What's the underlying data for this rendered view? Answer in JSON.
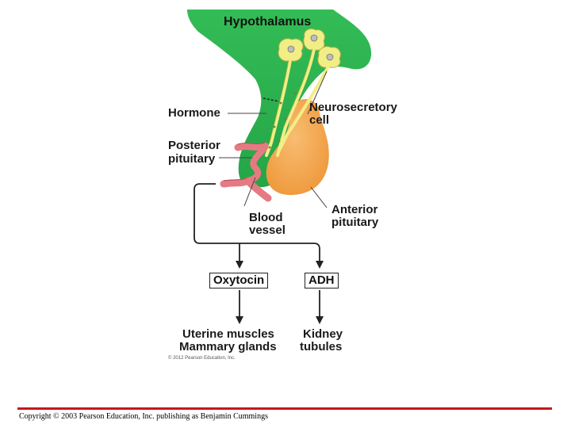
{
  "diagram": {
    "title": "Hypothalamus",
    "labels": {
      "hormone": "Hormone",
      "posterior_line1": "Posterior",
      "posterior_line2": "pituitary",
      "neurosecretory_line1": "Neurosecretory",
      "neurosecretory_line2": "cell",
      "anterior_line1": "Anterior",
      "anterior_line2": "pituitary",
      "blood_line1": "Blood",
      "blood_line2": "vessel"
    },
    "hormones": {
      "oxytocin": "Oxytocin",
      "adh": "ADH"
    },
    "targets": {
      "uterine": "Uterine muscles",
      "mammary": "Mammary glands",
      "kidney_line1": "Kidney",
      "kidney_line2": "tubules"
    },
    "image_credit": "© 2012 Pearson Education, Inc.",
    "colors": {
      "hypothalamus": "#2bb24c",
      "anterior_pituitary": "#f4a24a",
      "neurosecretory_cell": "#f2ee86",
      "blood_vessel": "#e67a82",
      "accent_rule": "#c8161d"
    }
  },
  "footer": {
    "copyright": "Copyright © 2003 Pearson Education, Inc. publishing as Benjamin Cummings"
  }
}
